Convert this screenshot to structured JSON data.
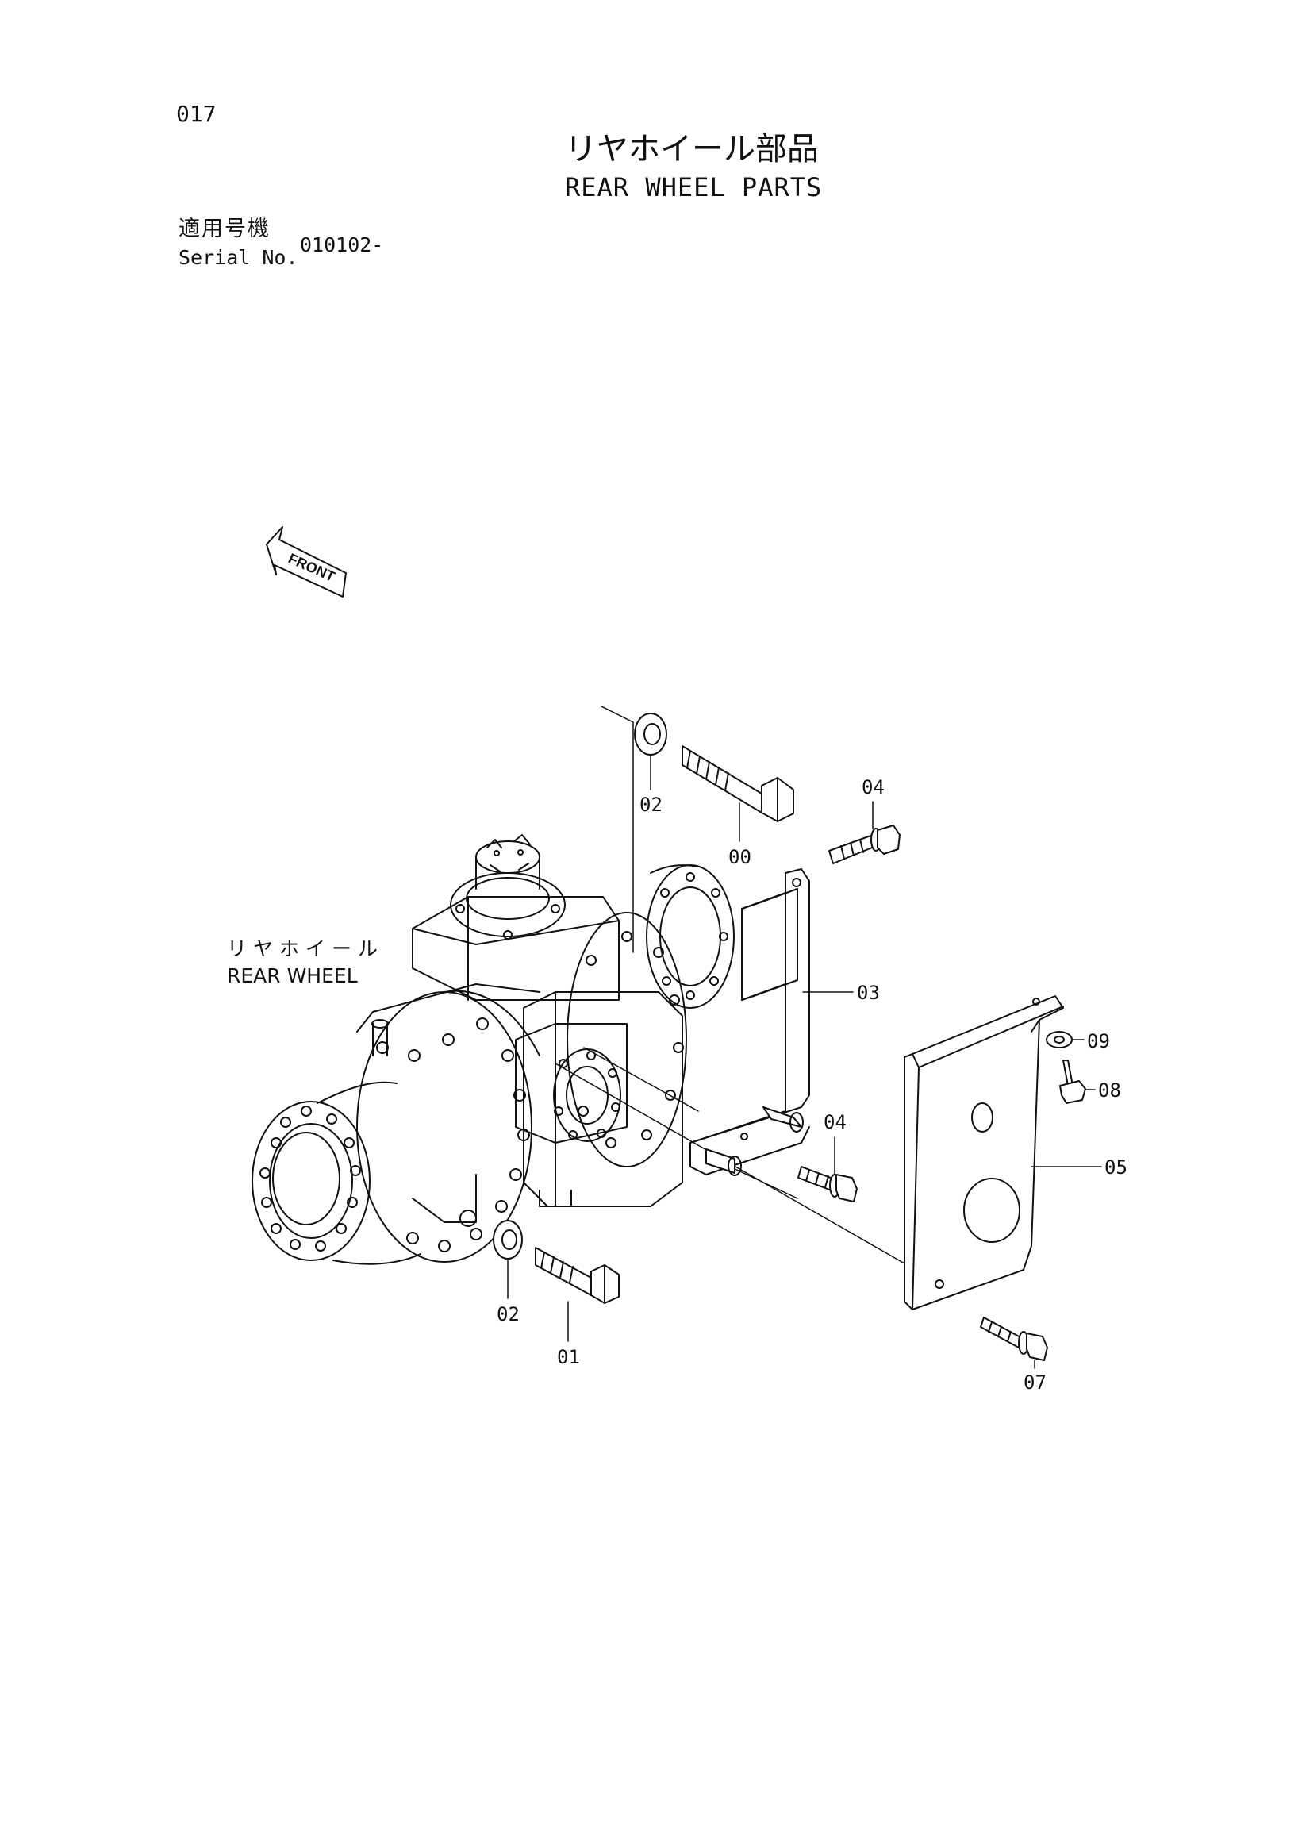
{
  "page": {
    "number": "017",
    "title_jp": "リヤホイール部品",
    "title_en": "REAR WHEEL PARTS",
    "serial_label_jp": "適用号機",
    "serial_label_en": "Serial No.",
    "serial_value": "010102-"
  },
  "drawing": {
    "front_arrow_label": "FRONT",
    "assembly_label_jp": "リヤホイール",
    "assembly_label_en": "REAR WHEEL",
    "callouts": [
      {
        "id": "02a",
        "text": "02"
      },
      {
        "id": "00",
        "text": "00"
      },
      {
        "id": "04a",
        "text": "04"
      },
      {
        "id": "03",
        "text": "03"
      },
      {
        "id": "09",
        "text": "09"
      },
      {
        "id": "08",
        "text": "08"
      },
      {
        "id": "04b",
        "text": "04"
      },
      {
        "id": "05",
        "text": "05"
      },
      {
        "id": "02b",
        "text": "02"
      },
      {
        "id": "01",
        "text": "01"
      },
      {
        "id": "07",
        "text": "07"
      }
    ]
  },
  "colors": {
    "ink": "#111111",
    "paper": "#ffffff"
  }
}
